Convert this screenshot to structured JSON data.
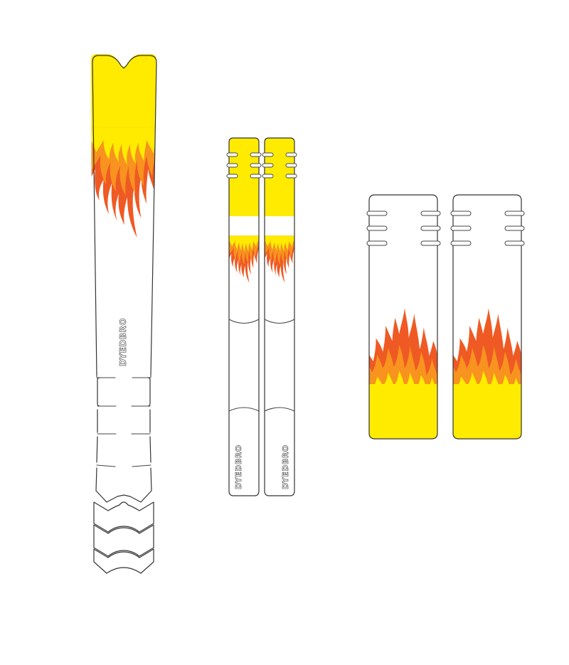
{
  "product": {
    "brand_mark": "DYEDBRO",
    "pieces": [
      {
        "id": "down-tube-guard",
        "label": "DYEDBRO"
      },
      {
        "id": "chainstay-strip-left",
        "label": "DYEDBRO"
      },
      {
        "id": "chainstay-strip-right",
        "label": "DYEDBRO"
      },
      {
        "id": "fork-guard-left"
      },
      {
        "id": "fork-guard-right"
      }
    ]
  },
  "colors": {
    "yellow": "#FFEB00",
    "flame_orange": "#F7931E",
    "flame_red": "#EF5A24",
    "outline": "#333333",
    "background": "#FFFFFF"
  }
}
